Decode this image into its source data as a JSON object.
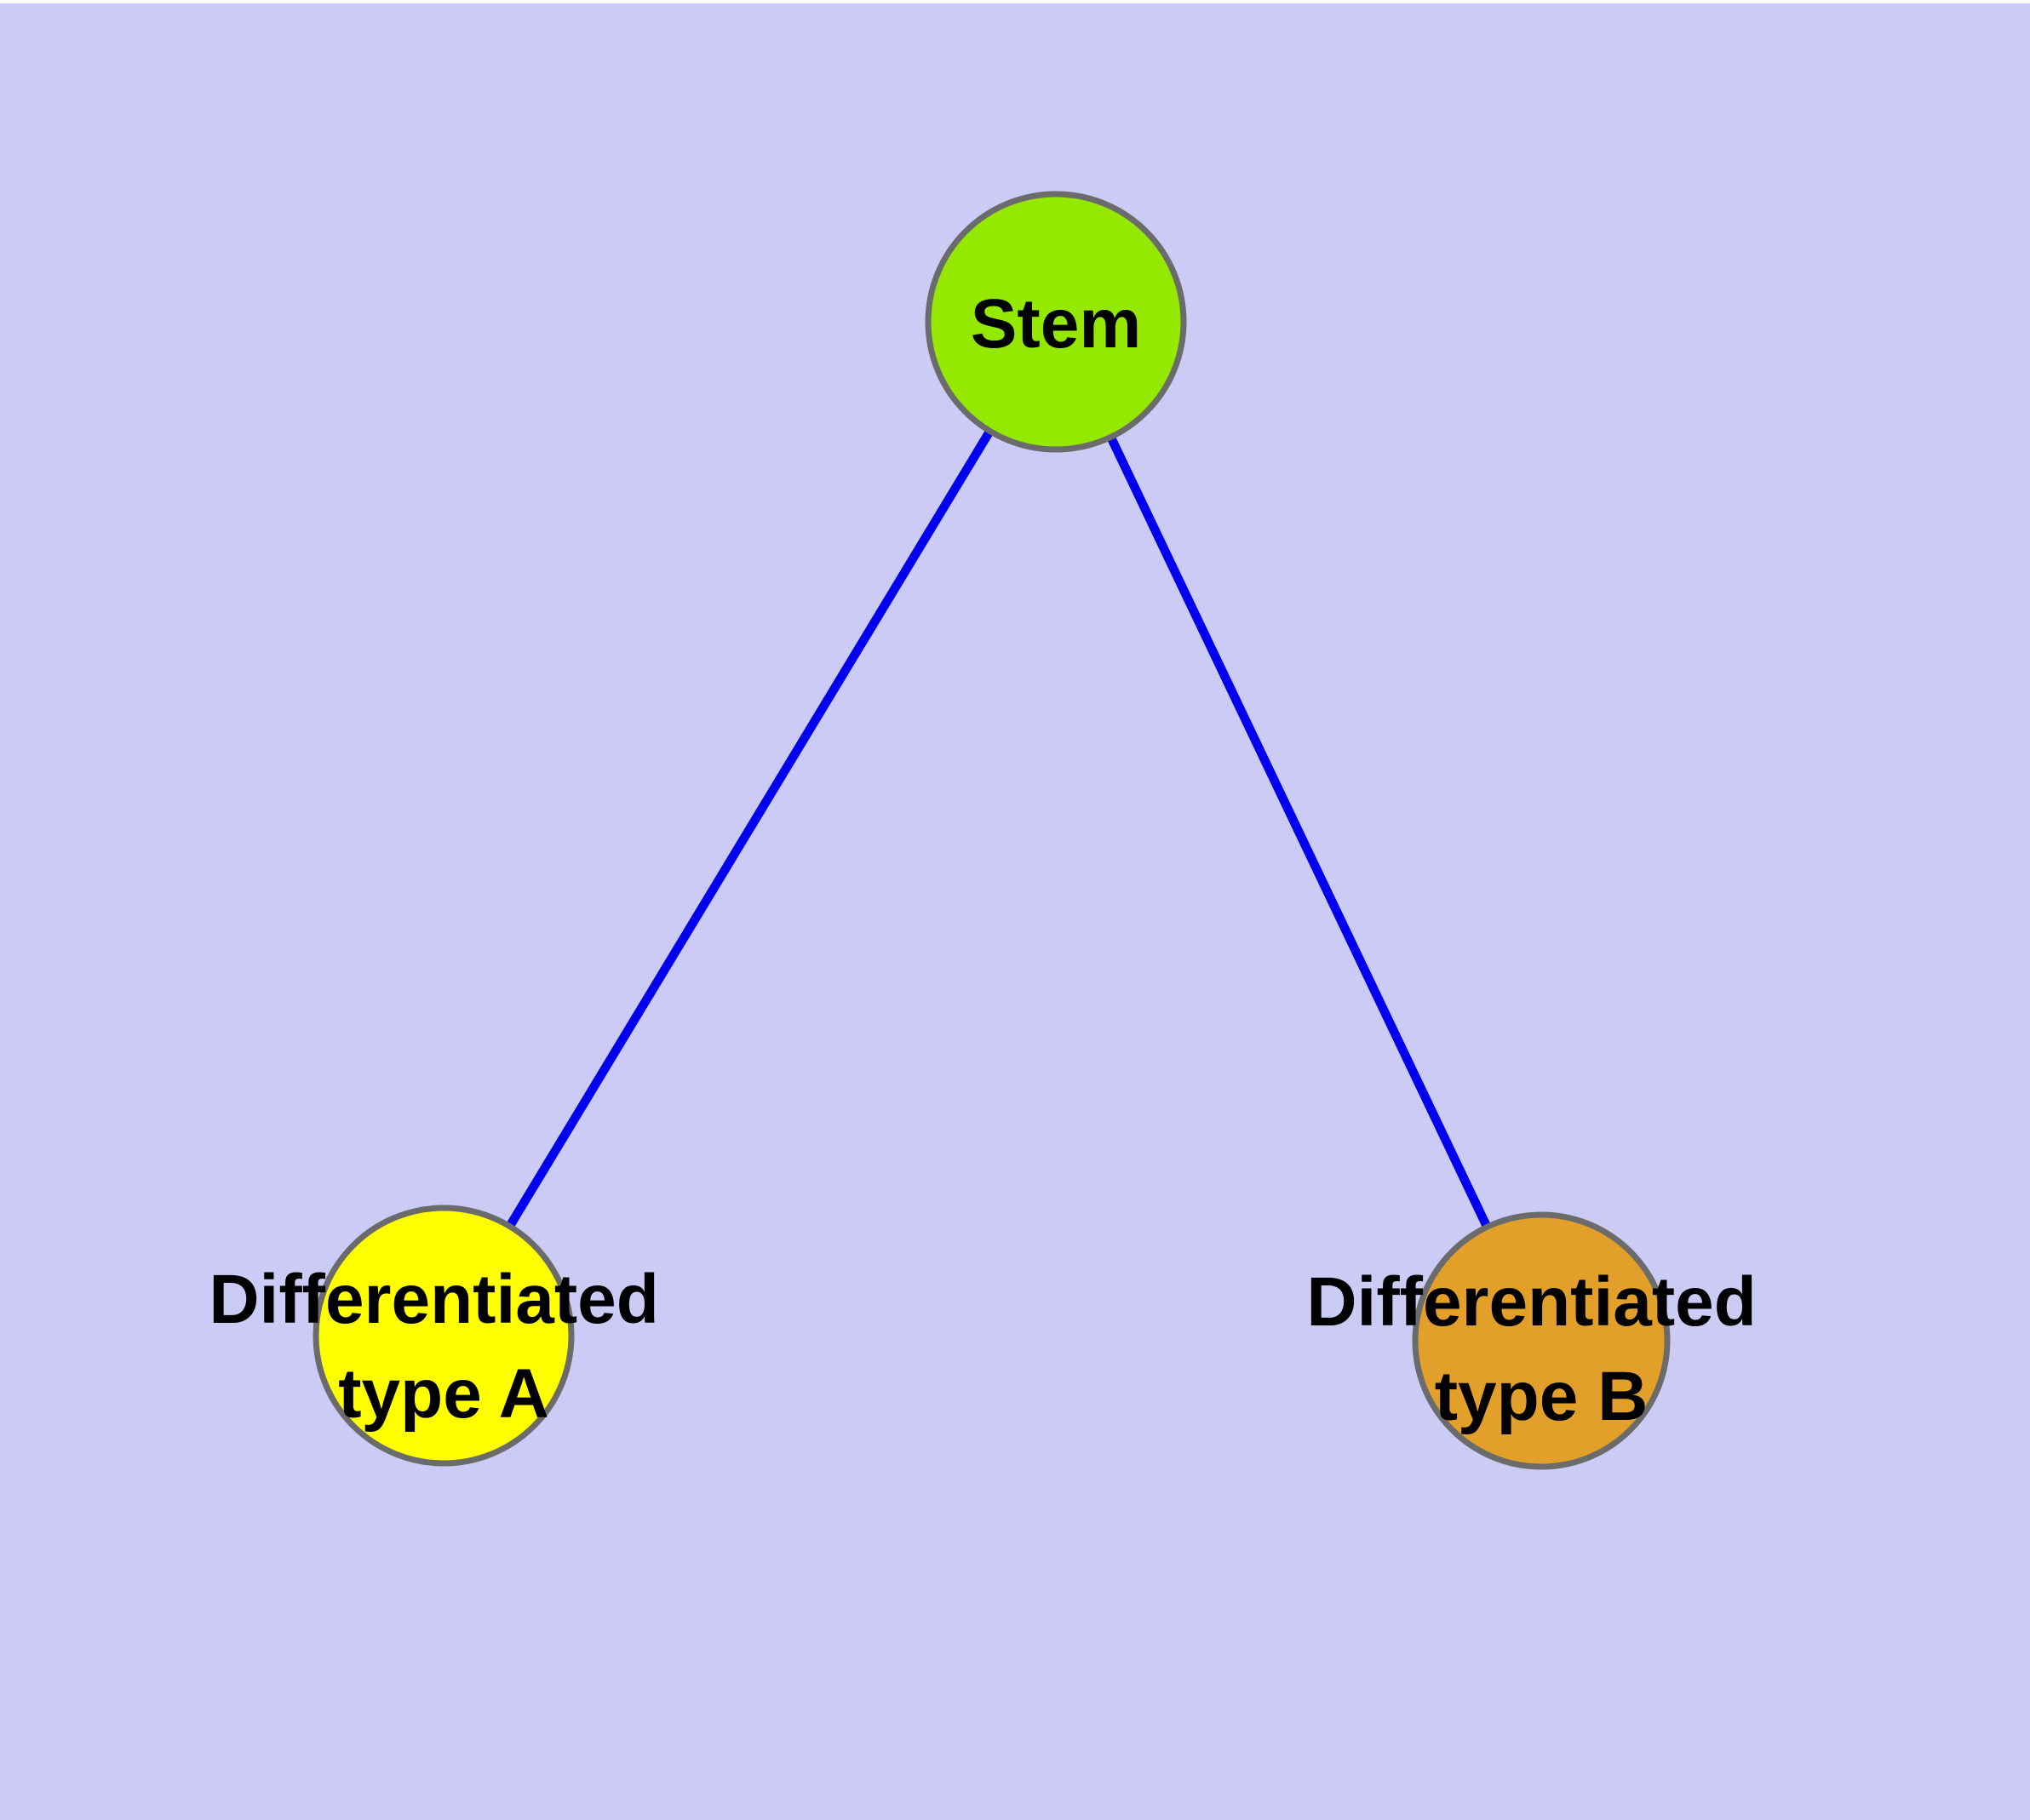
{
  "diagram": {
    "background_color": "#cbcbf5",
    "label_color": "#000000",
    "node_border_color": "#6b6b6b",
    "edge_color": "#0000ee",
    "nodes": {
      "stem": {
        "label": "Stem",
        "fill": "#95e900"
      },
      "type_a": {
        "label_line1": "Differentiated",
        "label_line2": "type A",
        "fill": "#ffff00"
      },
      "type_b": {
        "label_line1": "Differentiated",
        "label_line2": "type B",
        "fill": "#e2a02a"
      }
    },
    "edges": [
      {
        "from": "Stem",
        "to": "Differentiated type A"
      },
      {
        "from": "Stem",
        "to": "Differentiated type B"
      }
    ]
  }
}
